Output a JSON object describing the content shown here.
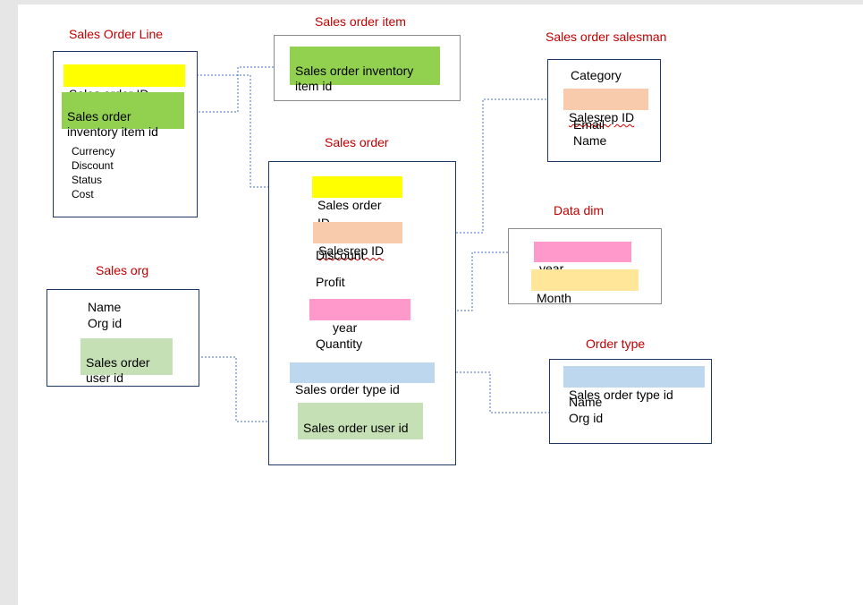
{
  "colors": {
    "title": "#c00000",
    "yellow": "#ffff00",
    "green": "#92d050",
    "light_green": "#c5e0b4",
    "peach": "#f8cbad",
    "pink": "#ff99cc",
    "light_yellow": "#ffe699",
    "light_blue": "#bdd7ee",
    "connector": "#4472c4"
  },
  "sales_order_line": {
    "title": "Sales Order Line",
    "sales_order_id": "Sales order ID",
    "inventory_item_id": "Sales order\ninventory item id",
    "other_fields": "Currency\nDiscount\nStatus\nCost"
  },
  "sales_order_item": {
    "title": "Sales order item",
    "inventory_item_id": "Sales order inventory\nitem id"
  },
  "sales_order_salesman": {
    "title": "Sales order salesman",
    "category": "Category",
    "salesrep_id": "Salesrep ID",
    "other_fields": "Email\nName"
  },
  "sales_order": {
    "title": "Sales order",
    "sales_order_id": "Sales order ID",
    "salesrep_id": "Salesrep ID",
    "discount": "Discount",
    "profit": "Profit",
    "year": "year",
    "quantity": "Quantity",
    "sales_order_type_id": "Sales order type id",
    "sales_order_user_id": "Sales order user id"
  },
  "data_dim": {
    "title": "Data dim",
    "year": "year",
    "month": "Month"
  },
  "sales_org": {
    "title": "Sales org",
    "other_fields": "Name\nOrg id",
    "user_id": "Sales order\nuser id"
  },
  "order_type": {
    "title": "Order type",
    "sales_order_type_id": "Sales order type id",
    "other_fields": "Name\nOrg id"
  }
}
